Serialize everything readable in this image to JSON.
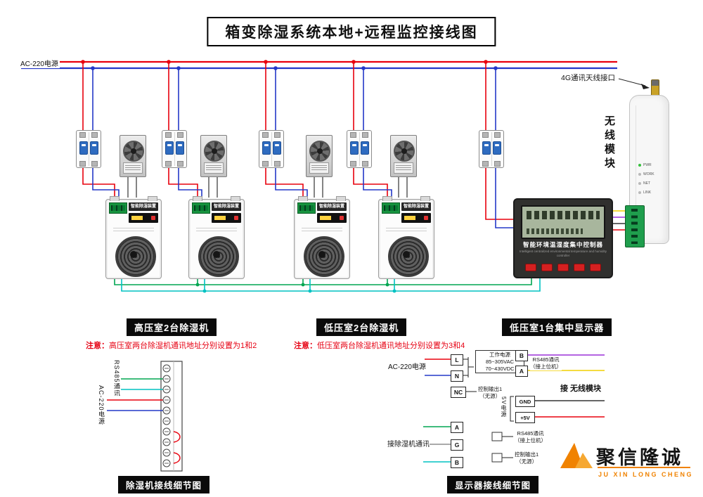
{
  "title": "箱变除湿系统本地+远程监控接线图",
  "power": {
    "label": "AC-220电源"
  },
  "wireless": {
    "antenna_label": "4G通讯天线接口",
    "module_label": "无线模块",
    "leds": [
      "PWR",
      "WORK",
      "NET",
      "LINK"
    ]
  },
  "controller": {
    "name": "智能环境温湿度集中控制器",
    "subtitle": "Intelligent centralized environmental temperature and humidity controller"
  },
  "dehumidifier": {
    "label": "智能除湿装置"
  },
  "sections": {
    "high_voltage": {
      "badge": "高压室2台除湿机",
      "note_prefix": "注意：",
      "note": "高压室两台除湿机通讯地址分别设置为1和2"
    },
    "low_voltage": {
      "badge": "低压室2台除湿机",
      "note_prefix": "注意：",
      "note": "低压室两台除湿机通讯地址分别设置为3和4"
    },
    "display": {
      "badge": "低压室1台集中显示器"
    }
  },
  "detail_dehum": {
    "caption": "除湿机接线细节图",
    "comm_label": "RS485通讯",
    "power_label": "AC-220电源"
  },
  "detail_display": {
    "caption": "显示器接线细节图",
    "ac_label": "AC-220电源",
    "terminals_left": [
      "L",
      "N",
      "NC",
      "A",
      "G",
      "B"
    ],
    "work_power": [
      "工作电源",
      "85~305VAC",
      "70~430VDC"
    ],
    "ctrl_out": [
      "控制输出1",
      "（无源）"
    ],
    "dehum_comm": "接除湿机通讯",
    "terminals_right": [
      "B",
      "A",
      "GND",
      "+5V"
    ],
    "rs485_host": [
      "RS485通讯",
      "（接上位机）"
    ],
    "to_module": "接 无线模块",
    "v5_label": "5V电源"
  },
  "logo": {
    "cn": "聚信隆诚",
    "en": "JU XIN LONG CHENG"
  },
  "colors": {
    "red": "#e8000d",
    "blue": "#2438c8",
    "green": "#00a651",
    "cyan": "#00c2c2",
    "yellow": "#f2cf00",
    "purple": "#9b30d9",
    "accent_orange": "#f08200"
  }
}
